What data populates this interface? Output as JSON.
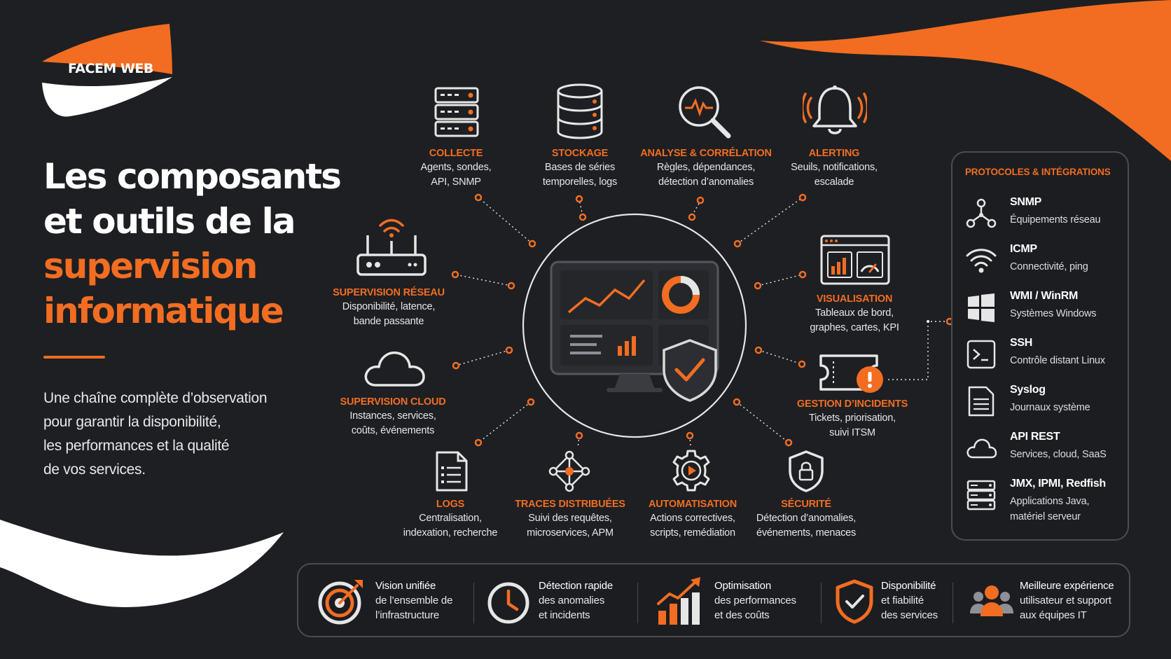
{
  "brand": {
    "part1": "FACEM",
    "part2": "WEB"
  },
  "title": {
    "line1": "Les composants",
    "line2": "et outils de la",
    "line3": "supervision",
    "line4": "informatique"
  },
  "subtitle": {
    "line1": "Une chaîne complète d’observation",
    "line2": "pour garantir la disponibilité,",
    "line3": "les performances et la qualité",
    "line4": "de vos services."
  },
  "colors": {
    "accent": "#f26d21",
    "background": "#1d1f23",
    "panel_border": "#4a4c52",
    "text": "#ffffff"
  },
  "center": {
    "icon": "monitor-dashboard-shield-icon"
  },
  "nodes": [
    {
      "id": "collecte",
      "icon": "server-rack-icon",
      "title": "COLLECTE",
      "line1": "Agents, sondes,",
      "line2": "API, SNMP"
    },
    {
      "id": "stockage",
      "icon": "database-icon",
      "title": "STOCKAGE",
      "line1": "Bases de séries",
      "line2": "temporelles, logs"
    },
    {
      "id": "analyse",
      "icon": "magnifier-pulse-icon",
      "title": "ANALYSE & CORRÉLATION",
      "line1": "Règles, dépendances,",
      "line2": "détection d’anomalies"
    },
    {
      "id": "alerting",
      "icon": "bell-icon",
      "title": "ALERTING",
      "line1": "Seuils, notifications,",
      "line2": "escalade"
    },
    {
      "id": "reseau",
      "icon": "router-icon",
      "title": "SUPERVISION RÉSEAU",
      "line1": "Disponibilité, latence,",
      "line2": "bande passante"
    },
    {
      "id": "visualisation",
      "icon": "dashboard-icon",
      "title": "VISUALISATION",
      "line1": "Tableaux de bord,",
      "line2": "graphes, cartes, KPI"
    },
    {
      "id": "cloud",
      "icon": "cloud-icon",
      "title": "SUPERVISION CLOUD",
      "line1": "Instances, services,",
      "line2": "coûts, événements"
    },
    {
      "id": "incidents",
      "icon": "ticket-alert-icon",
      "title": "GESTION D’INCIDENTS",
      "line1": "Tickets, priorisation,",
      "line2": "suivi ITSM"
    },
    {
      "id": "logs",
      "icon": "document-icon",
      "title": "LOGS",
      "line1": "Centralisation,",
      "line2": "indexation, recherche"
    },
    {
      "id": "traces",
      "icon": "network-graph-icon",
      "title": "TRACES DISTRIBUÉES",
      "line1": "Suivi des requêtes,",
      "line2": "microservices, APM"
    },
    {
      "id": "automatisation",
      "icon": "gear-play-icon",
      "title": "AUTOMATISATION",
      "line1": "Actions correctives,",
      "line2": "scripts, remédiation"
    },
    {
      "id": "securite",
      "icon": "shield-lock-icon",
      "title": "SÉCURITÉ",
      "line1": "Détection d’anomalies,",
      "line2": "événements, menaces"
    }
  ],
  "protocols": {
    "heading": "PROTOCOLES & INTÉGRATIONS",
    "items": [
      {
        "icon": "network-nodes-icon",
        "name": "SNMP",
        "line1": "Équipements réseau",
        "line2": ""
      },
      {
        "icon": "wifi-icon",
        "name": "ICMP",
        "line1": "Connectivité, ping",
        "line2": ""
      },
      {
        "icon": "windows-icon",
        "name": "WMI / WinRM",
        "line1": "Systèmes Windows",
        "line2": ""
      },
      {
        "icon": "terminal-icon",
        "name": "SSH",
        "line1": "Contrôle distant Linux",
        "line2": ""
      },
      {
        "icon": "document-icon",
        "name": "Syslog",
        "line1": "Journaux système",
        "line2": ""
      },
      {
        "icon": "cloud-icon",
        "name": "API REST",
        "line1": "Services, cloud, SaaS",
        "line2": ""
      },
      {
        "icon": "server-icon",
        "name": "JMX, IPMI, Redfish",
        "line1": "Applications Java,",
        "line2": "matériel serveur"
      }
    ]
  },
  "benefits": [
    {
      "icon": "target-icon",
      "line1": "Vision unifiée",
      "line2": "de l’ensemble de",
      "line3": "l’infrastructure"
    },
    {
      "icon": "clock-icon",
      "line1": "Détection rapide",
      "line2": "des anomalies",
      "line3": "et incidents"
    },
    {
      "icon": "growth-chart-icon",
      "line1": "Optimisation",
      "line2": "des performances",
      "line3": "et des coûts"
    },
    {
      "icon": "shield-check-icon",
      "line1": "Disponibilité",
      "line2": "et fiabilité",
      "line3": "des services"
    },
    {
      "icon": "users-icon",
      "line1": "Meilleure expérience",
      "line2": "utilisateur et support",
      "line3": "aux équipes IT"
    }
  ]
}
